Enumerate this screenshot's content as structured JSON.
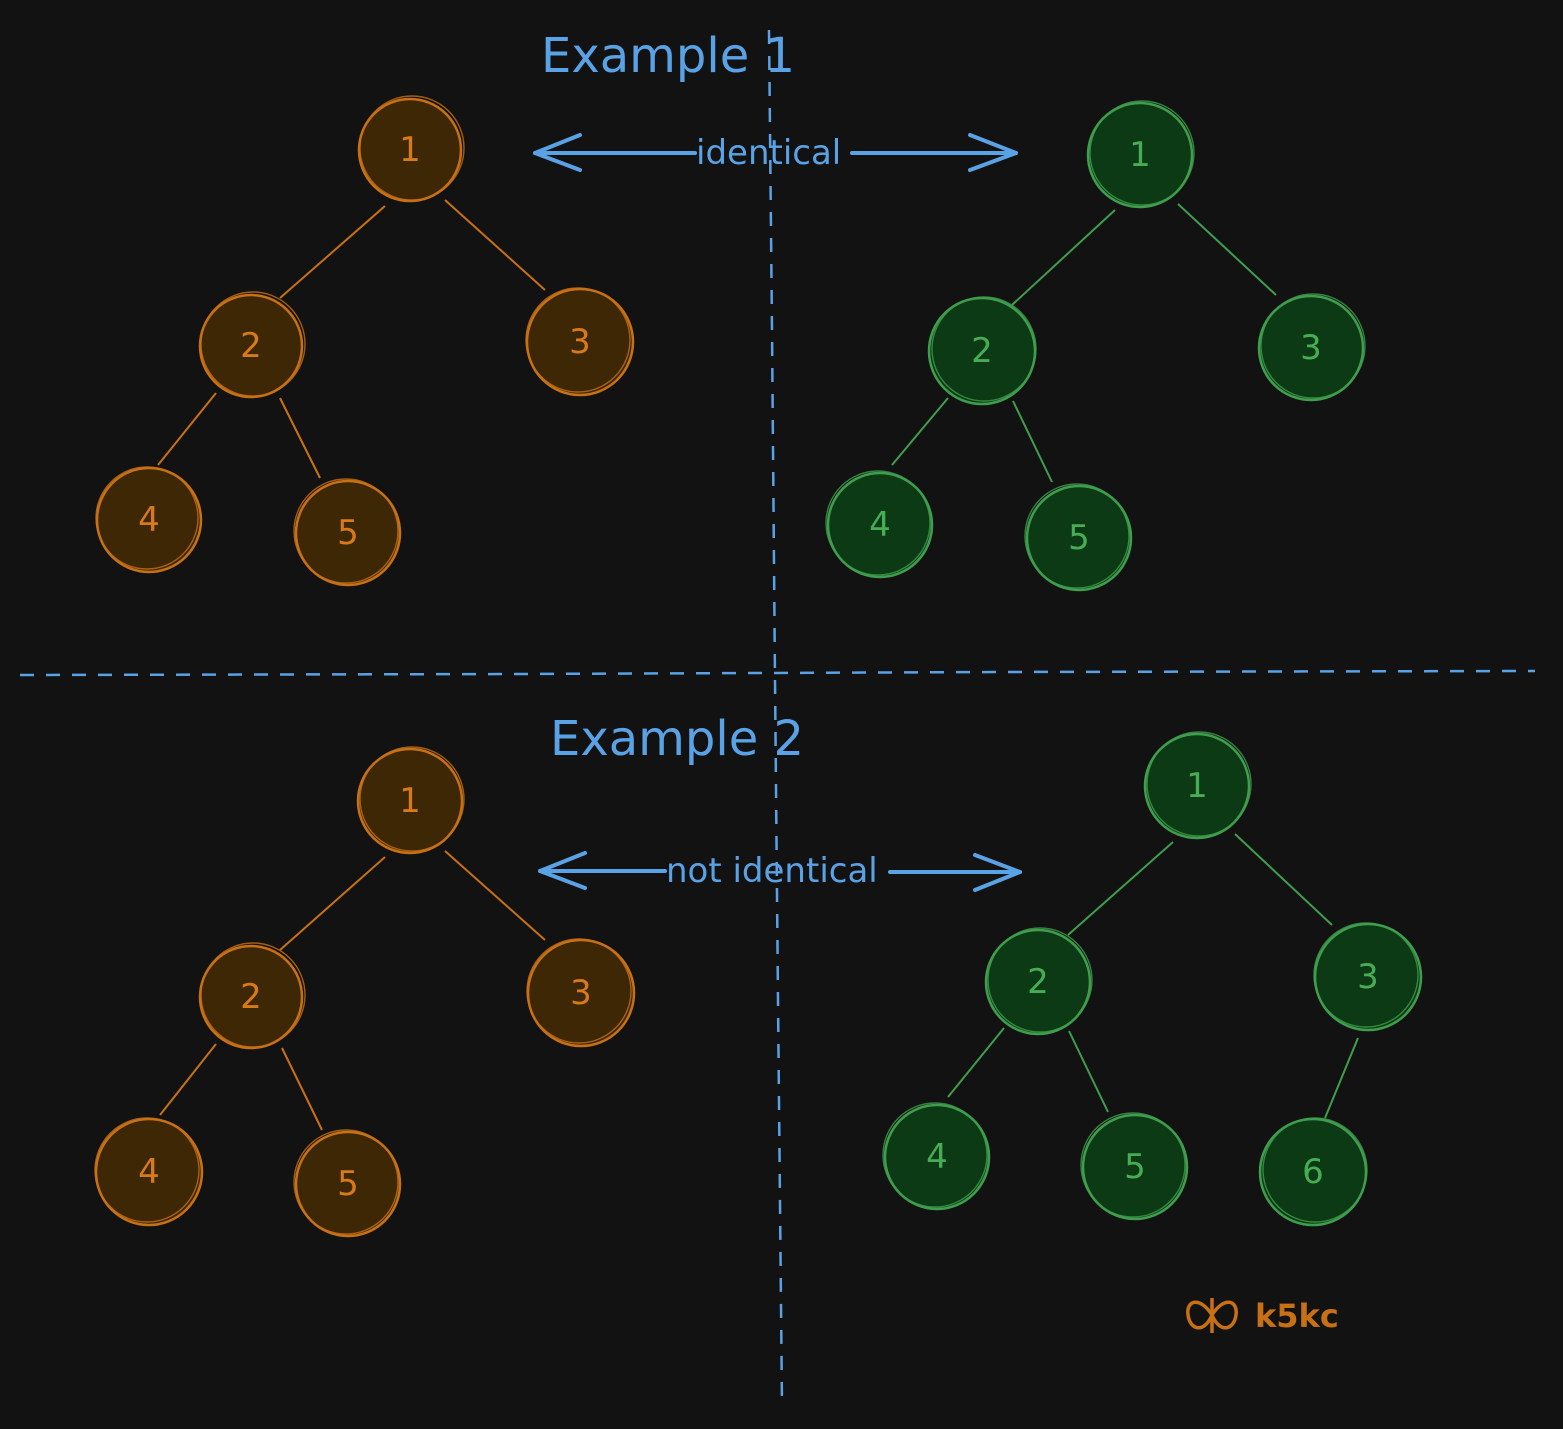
{
  "examples": [
    {
      "title": "Example 1",
      "comparison_label": "identical",
      "left_tree": {
        "color": "#c87014",
        "nodes": [
          "1",
          "2",
          "3",
          "4",
          "5"
        ],
        "edges": [
          [
            "1",
            "2"
          ],
          [
            "1",
            "3"
          ],
          [
            "2",
            "4"
          ],
          [
            "2",
            "5"
          ]
        ]
      },
      "right_tree": {
        "color": "#3f9e4d",
        "nodes": [
          "1",
          "2",
          "3",
          "4",
          "5"
        ],
        "edges": [
          [
            "1",
            "2"
          ],
          [
            "1",
            "3"
          ],
          [
            "2",
            "4"
          ],
          [
            "2",
            "5"
          ]
        ]
      }
    },
    {
      "title": "Example 2",
      "comparison_label": "not identical",
      "left_tree": {
        "color": "#c87014",
        "nodes": [
          "1",
          "2",
          "3",
          "4",
          "5"
        ],
        "edges": [
          [
            "1",
            "2"
          ],
          [
            "1",
            "3"
          ],
          [
            "2",
            "4"
          ],
          [
            "2",
            "5"
          ]
        ]
      },
      "right_tree": {
        "color": "#3f9e4d",
        "nodes": [
          "1",
          "2",
          "3",
          "4",
          "5",
          "6"
        ],
        "edges": [
          [
            "1",
            "2"
          ],
          [
            "1",
            "3"
          ],
          [
            "2",
            "4"
          ],
          [
            "2",
            "5"
          ],
          [
            "3",
            "6"
          ]
        ]
      }
    }
  ],
  "watermark": {
    "text": "k5kc",
    "icon": "butterfly-logo-icon"
  },
  "colors": {
    "background": "#121212",
    "accent": "#5aa2e6",
    "orange": "#c87014",
    "green": "#3f9e4d"
  }
}
